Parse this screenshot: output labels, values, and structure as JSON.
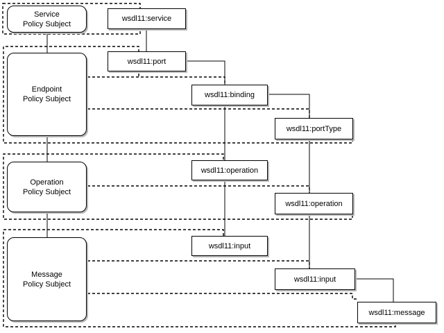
{
  "diagram": {
    "subjects": {
      "service": "Service\nPolicy Subject",
      "endpoint": "Endpoint\nPolicy Subject",
      "operation": "Operation\nPolicy Subject",
      "message": "Message\nPolicy Subject"
    },
    "wsdl": {
      "service": "wsdl11:service",
      "port": "wsdl11:port",
      "binding": "wsdl11:binding",
      "port_type": "wsdl11:portType",
      "binding_operation": "wsdl11:operation",
      "port_type_operation": "wsdl11:operation",
      "binding_input": "wsdl11:input",
      "port_type_input": "wsdl11:input",
      "message": "wsdl11:message"
    }
  }
}
